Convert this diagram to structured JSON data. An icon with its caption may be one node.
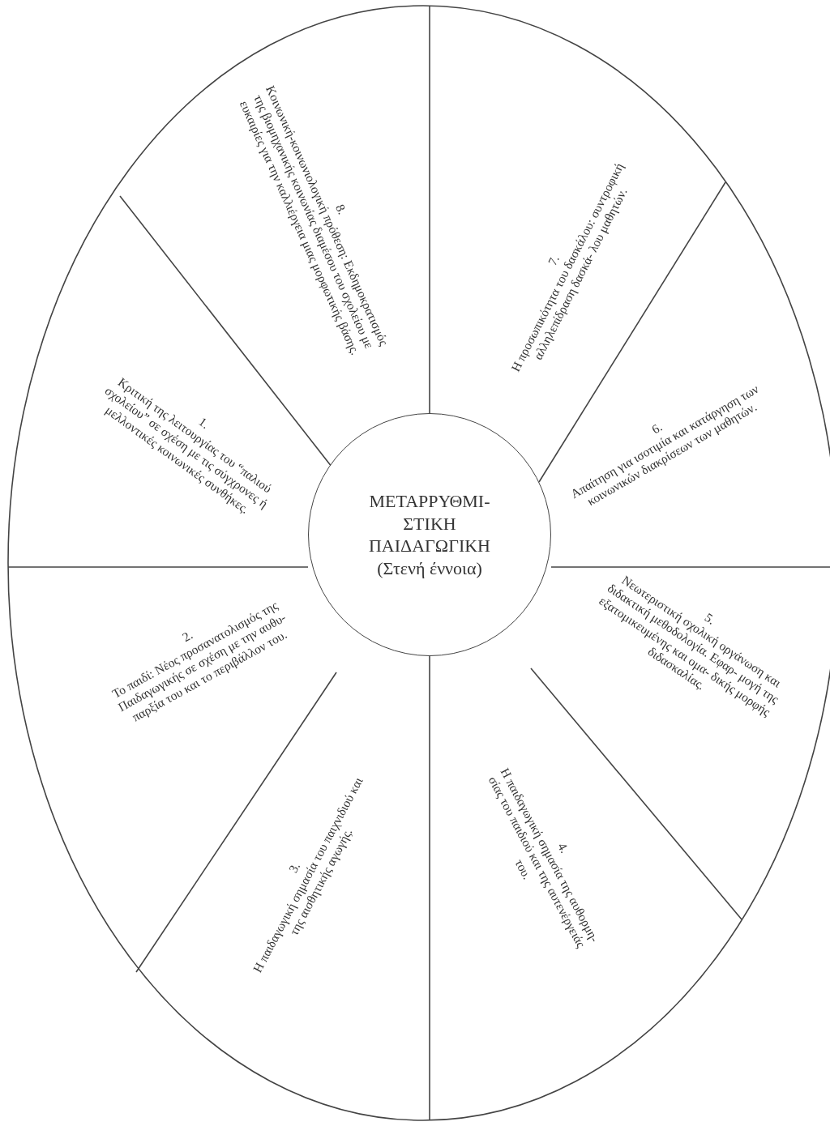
{
  "diagram": {
    "nodes": [
      {
        "text": [
          "ΜΕΤΑΡΡΥΘΜΙ- ΣΤΙΚΗ ΠΑΙΔΑΓΩΓΙΚΗ",
          "(Στενή έννοια)"
        ]
      },
      {
        "text": [
          "1.",
          "Κριτική της λειτουργίας του “παλιού σχολείου” σε σχέση με τις σύγχρονες ή μελλοντικές κοινωνικές συνθήκες."
        ]
      },
      {
        "text": [
          "2.",
          "Το παιδί: Νέος προσανατολισμός της Παιδαγωγικής σε σχέση με την αυθυ- παρξία του και το περιβάλλον του."
        ]
      },
      {
        "text": [
          "3.",
          "Η παιδαγωγική σημασία του παιχνιδιού και της αισθητικής αγωγής."
        ]
      },
      {
        "text": [
          "4.",
          "Η παιδαγωγική σημασία της αυθορμη- σίας του παιδιού και της αυτενέργειάς του."
        ]
      },
      {
        "text": [
          "5.",
          "Νεωτεριστική σχολική οργάνωση και διδακτική μεθοδολογία. Εφαρ- μογή της εξατομικευμένης και ομα- δικής μορφής διδασκαλίας."
        ]
      },
      {
        "text": [
          "6.",
          "Απαίτηση για ισοτιμία και κατάργηση των κοινωνικών διακρίσεων των μαθητών."
        ]
      },
      {
        "text": [
          "7.",
          "Η προσωπικότητα του δασκάλου: συντροφική αλληλεπίδραση δασκά- λου μαθητών."
        ]
      },
      {
        "text": [
          "8.",
          "Κοινωνική-κοινωνιολογική πρόθεση: Εκδημοκρατισμός της βιομηχανικής κοινωνίας διαμέσου του σχολείου με ευκαιρίες για την καλλιέργεια μιας μορφωτικής βάσης."
        ]
      }
    ]
  }
}
